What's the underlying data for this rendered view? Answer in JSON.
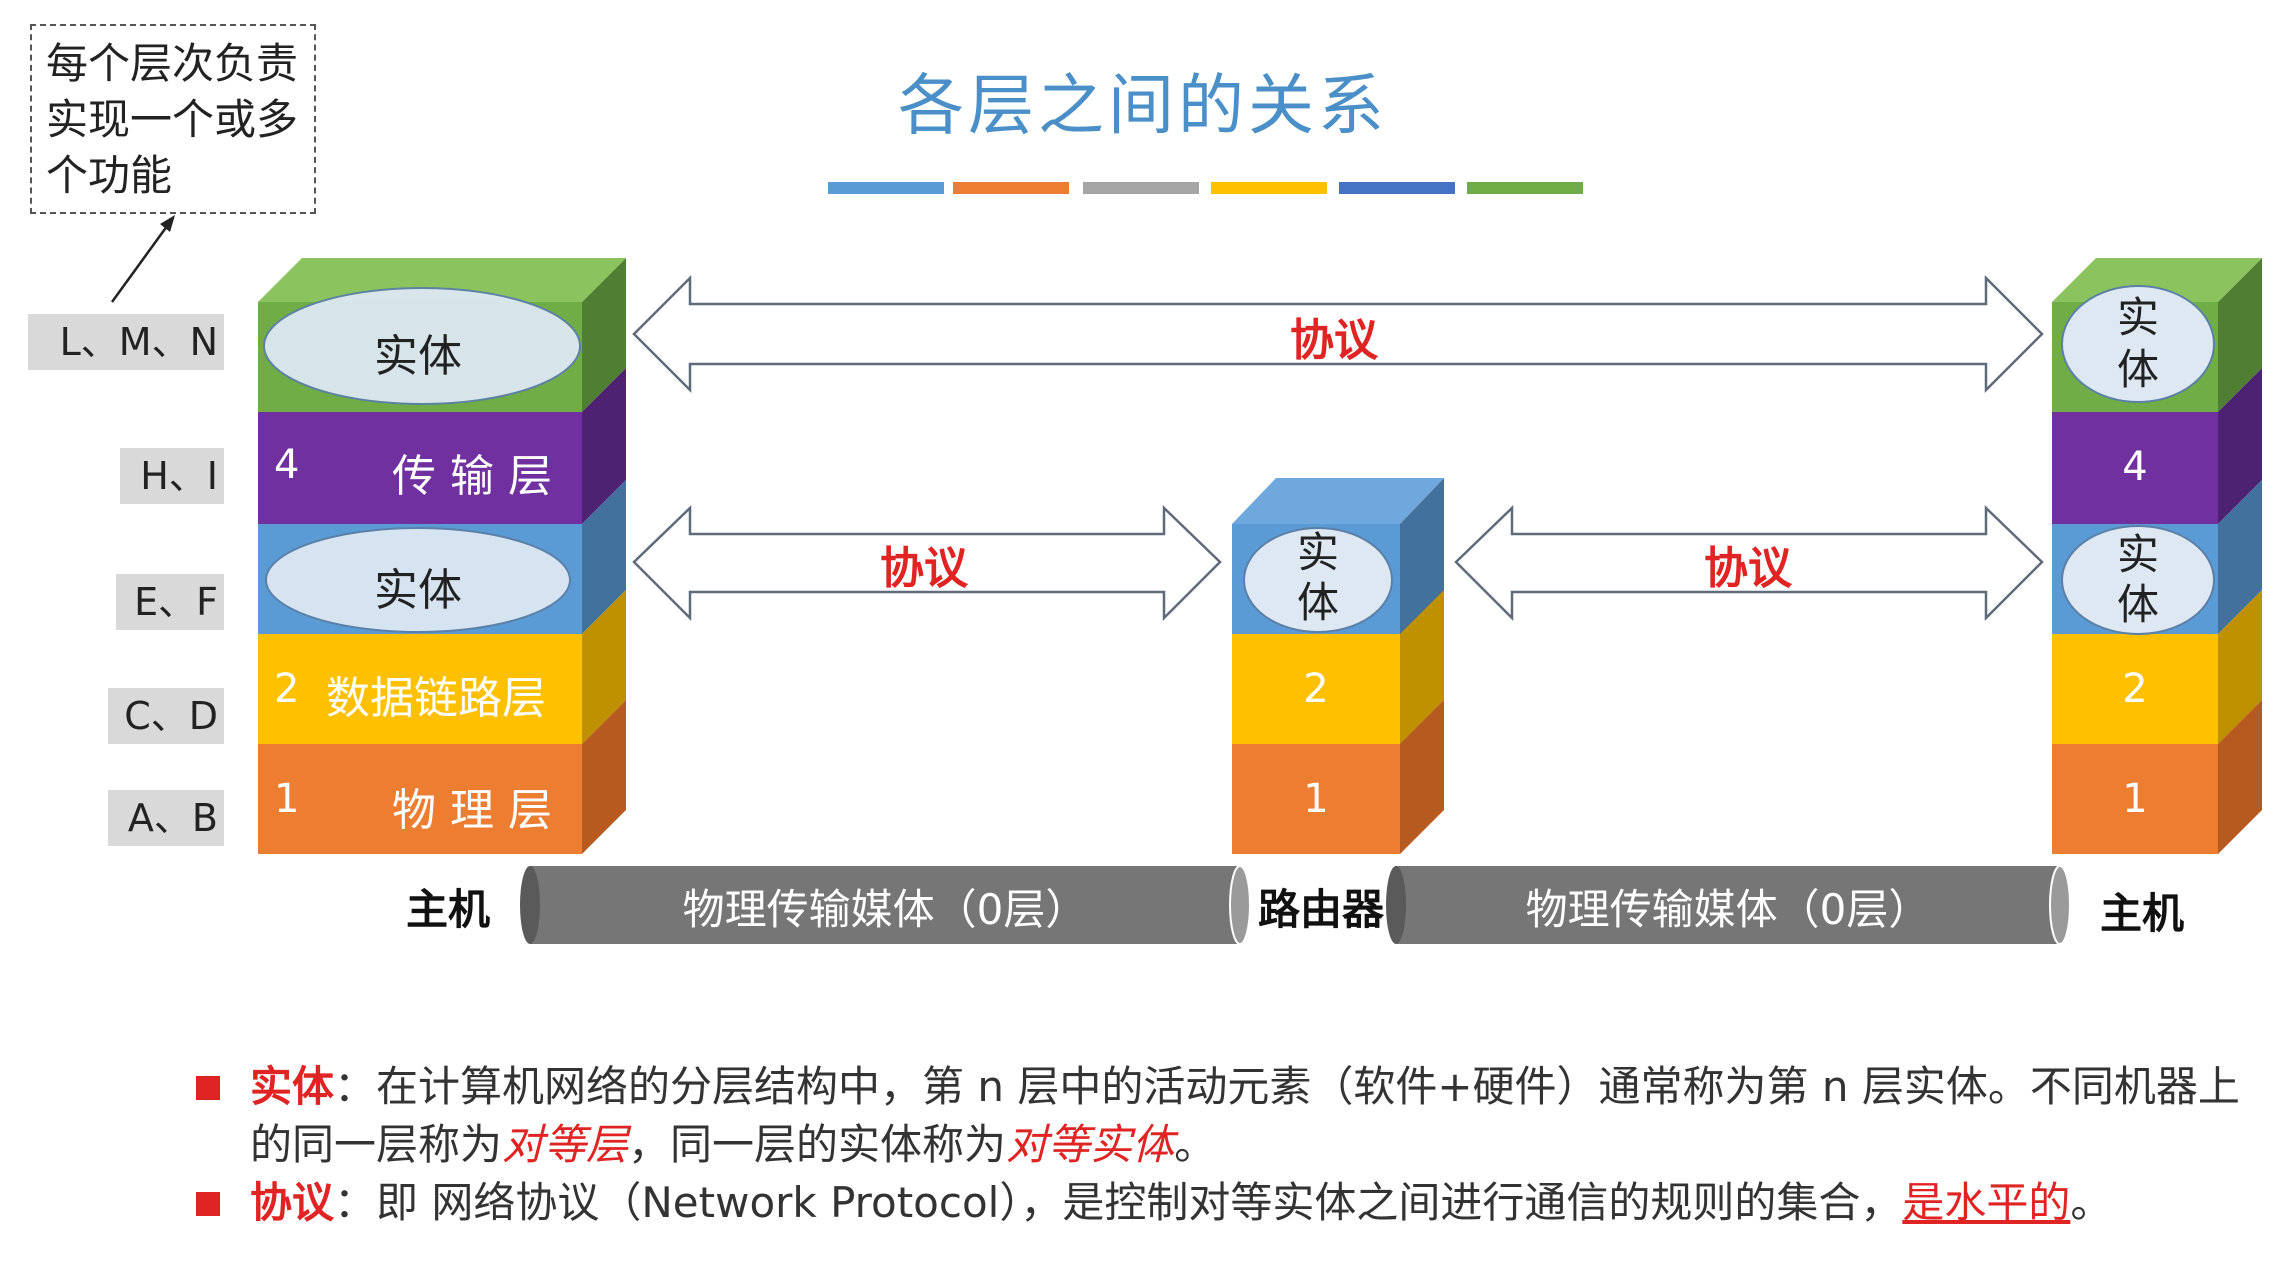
{
  "title": "各层之间的关系",
  "note": "每个层次负责实现一个或多个功能",
  "side_tags": [
    "L、M、N",
    "H、I",
    "E、F",
    "C、D",
    "A、B"
  ],
  "left_stack": {
    "layer5": "实体",
    "layer4": {
      "num": "4",
      "name": "传 输 层"
    },
    "layer3": "实体",
    "layer2": {
      "num": "2",
      "name": "数据链路层"
    },
    "layer1": {
      "num": "1",
      "name": "物 理 层"
    }
  },
  "router_stack": {
    "layer3": "实体",
    "layer2": "2",
    "layer1": "1"
  },
  "right_stack": {
    "layer5": "实体",
    "layer4": "4",
    "layer3": "实体",
    "layer2": "2",
    "layer1": "1"
  },
  "protocol_label": "协议",
  "medium_label": "物理传输媒体（0层）",
  "host_label": "主机",
  "router_label": "路由器",
  "bullets": [
    {
      "keyword": "实体",
      "text1": "：在计算机网络的分层结构中，第 n 层中的活动元素（软件+硬件）通常称为第 n 层实体。不同机器上的同一层称为",
      "emph1": "对等层",
      "text2": "，同一层的实体称为",
      "emph2": "对等实体",
      "text3": "。"
    },
    {
      "keyword": "协议",
      "text1": "：即 网络协议（Network Protocol），是控制对等实体之间进行通信的规则的集合，",
      "emph1": "是水平的",
      "text2": "。"
    }
  ],
  "colors": {
    "green": "#70ad47",
    "purple": "#7030a0",
    "blue": "#5b9bd5",
    "yellow": "#ffc000",
    "orange": "#ed7d31",
    "gray": "#a5a5a5",
    "darkblue": "#4472c4",
    "red": "#e02424"
  }
}
